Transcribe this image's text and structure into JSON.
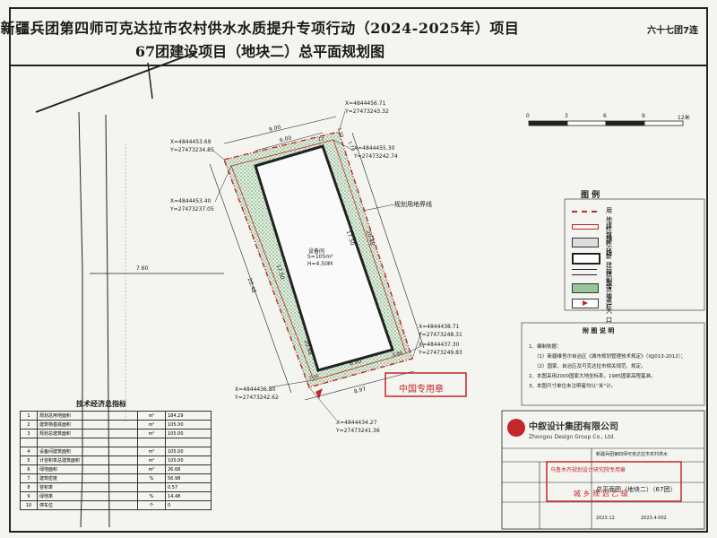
{
  "title": {
    "line1": "新疆兵团第四师可克达拉市农村供水水质提升专项行动（2024-2025年）项目",
    "line2": "67团建设项目（地块二）总平面规划图",
    "corner": "六十七团7连"
  },
  "scale": {
    "ticks": [
      "0",
      "3",
      "6",
      "9",
      "12米"
    ]
  },
  "coords": [
    {
      "x": "X=4844456.71",
      "y": "Y=27473243.32"
    },
    {
      "x": "X=4844455.30",
      "y": "Y=27473242.74"
    },
    {
      "x": "X=4844453.69",
      "y": "Y=27473234.85"
    },
    {
      "x": "X=4844453.40",
      "y": "Y=27473237.05"
    },
    {
      "x": "X=4844438.71",
      "y": "Y=27473248.31"
    },
    {
      "x": "X=4844437.30",
      "y": "Y=27473249.83"
    },
    {
      "x": "X=4844436.80",
      "y": "Y=27473242.62"
    },
    {
      "x": "X=4844434.27",
      "y": "Y=27473241.36"
    }
  ],
  "dimensions": {
    "top_outer": "9.00",
    "top_inner": "6.00",
    "top_right": "1.50",
    "left_outer": "20.48",
    "left_inner": "17.50",
    "right_inner": "17.50",
    "right_outer": "20.48",
    "bottom_inner": "6.00",
    "bottom_outer": "8.97",
    "bottom_left": "2.00",
    "bottom_right": "0.86",
    "corner_mark": "17",
    "corner_mark2": "1.75",
    "road_width": "7.60"
  },
  "boundary_label": "规划用地界线",
  "building": {
    "name": "设备间",
    "area": "S=105m²",
    "height": "H=4.50M"
  },
  "legend": {
    "title": "图  例",
    "items": [
      {
        "label": "用地红线"
      },
      {
        "label": "建筑红线"
      },
      {
        "label": "硬化"
      },
      {
        "label": "新建建筑"
      },
      {
        "label": "控制点坐标"
      },
      {
        "label": "绿地"
      },
      {
        "label": "出入口"
      }
    ]
  },
  "notes": {
    "title": "附 图 说 明",
    "lines": [
      "1、编制依据：",
      "（1）新疆维吾尔自治区《城市规划管理技术规定》（XJJ013-2012）；",
      "（2）国家、自治区及可克达拉市相关规范、规定。",
      "2、本图采用2000国家大地坐标系，1985国家高程基准。",
      "3、本图尺寸单位未注明者均以“米”计。"
    ]
  },
  "tech": {
    "title": "技术经济总指标",
    "rows": [
      {
        "num": "1",
        "item": "规划总用地面积",
        "unit": "m²",
        "value": "184.29"
      },
      {
        "num": "2",
        "item": "建筑物基底面积",
        "unit": "m²",
        "value": "105.00"
      },
      {
        "num": "3",
        "item": "规划总建筑面积",
        "unit": "m²",
        "value": "105.00"
      },
      {
        "num": "",
        "item": "",
        "unit": "",
        "value": ""
      },
      {
        "num": "4",
        "item": "设备间建筑面积",
        "unit": "m²",
        "value": "105.00"
      },
      {
        "num": "5",
        "item": "计容积率总建筑面积",
        "unit": "m²",
        "value": "105.00"
      },
      {
        "num": "6",
        "item": "绿地面积",
        "unit": "m²",
        "value": "26.68"
      },
      {
        "num": "7",
        "item": "建筑密度",
        "unit": "%",
        "value": "56.98"
      },
      {
        "num": "8",
        "item": "容积率",
        "unit": "",
        "value": "0.57"
      },
      {
        "num": "9",
        "item": "绿地率",
        "unit": "%",
        "value": "14.48"
      },
      {
        "num": "10",
        "item": "停车位",
        "unit": "个",
        "value": "0"
      }
    ]
  },
  "company": {
    "name_cn": "中叙设计集团有限公司",
    "name_en": "Zhongxu Design Group Co., Ltd."
  },
  "title_block": {
    "project": "新疆兵团第四师可克达拉市农村供水",
    "drawing": "总平面图（地块二）（67团）",
    "date": "2023.12",
    "code": "2023.4-002"
  },
  "stamps": {
    "stamp1": "中国专用章",
    "stamp2": "乌鲁木齐规划设计研究院专用章",
    "stamp3": "城 乡 规 划 乙 级"
  },
  "colors": {
    "red_line": "#c0282b",
    "green": "#9ac59a",
    "building": "#222222"
  }
}
